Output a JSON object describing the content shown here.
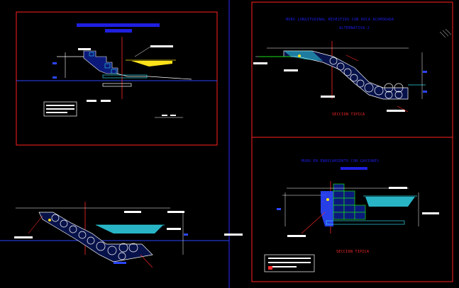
{
  "colors": {
    "background": "#000000",
    "sheet_border": "#ff2020",
    "divider": "#2a2aff",
    "text_blue": "#1e1ef5",
    "text_red": "#ff2a2a",
    "terrain": "#2b46ff",
    "fill_cyan": "#2fd4e6",
    "wall_white": "#ffffff",
    "water_yellow": "#ffe21a",
    "accent_green": "#18e018",
    "accent_magenta": "#ff30ff"
  },
  "sheets": {
    "top_right": {
      "title_line1": "MURO LONGITUDINAL REVESTIDO CON ROCA ACOMODADA",
      "title_line2": "ALTERNATIVA 2",
      "caption": "SECCION TIPICA"
    },
    "bottom_right": {
      "title_line1": "MURO EN ENROCAMIENTO CON GAVIONES",
      "caption": "SECCION TIPICA"
    }
  }
}
